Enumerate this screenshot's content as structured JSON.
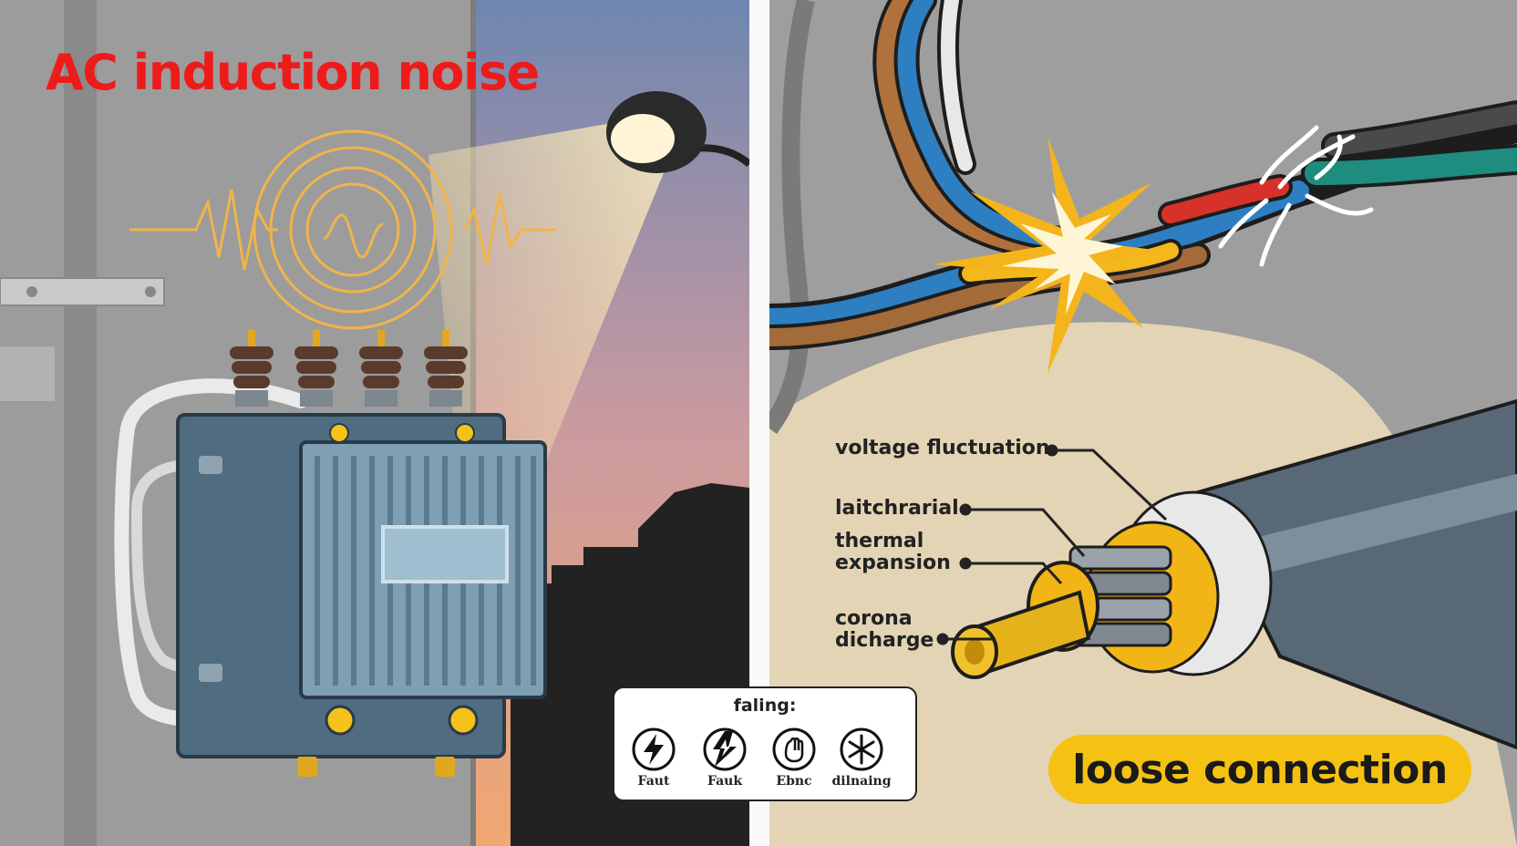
{
  "left": {
    "title": "AC induction noise"
  },
  "right": {
    "callouts": {
      "voltage": "voltage fluctuation",
      "latch": "laitchrarial",
      "thermal": "thermal\nexpansion",
      "corona": "corona\ndicharge"
    },
    "badge": "loose connection"
  },
  "legend": {
    "title": "faling:",
    "items": [
      {
        "label": "Faut",
        "icon": "lightning-bolt-icon"
      },
      {
        "label": "Fauk",
        "icon": "lightning-bolt-icon"
      },
      {
        "label": "Ebnc",
        "icon": "hand-symbol-icon"
      },
      {
        "label": "dilnaing",
        "icon": "snowflake-icon"
      }
    ]
  },
  "colors": {
    "title_red": "#ee1b1b",
    "badge_yellow": "#f5c214",
    "wave_gold": "#f1b44a",
    "transformer_blue": "#6e8ea3",
    "sky_top": "#6f86b0",
    "sky_bottom": "#f2a772"
  }
}
